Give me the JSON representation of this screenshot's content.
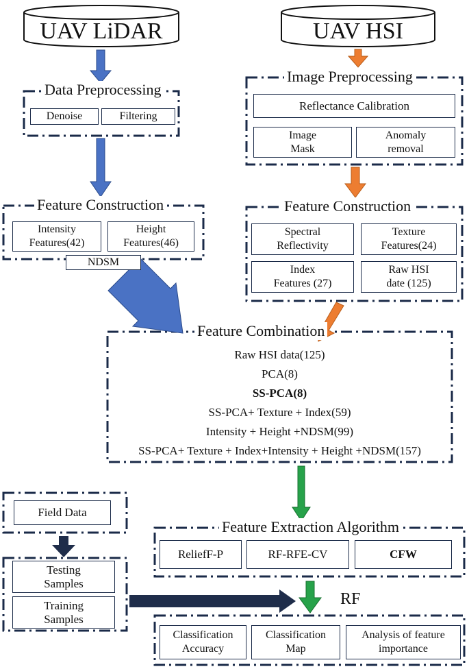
{
  "sources": {
    "lidar": "UAV LiDAR",
    "hsi": "UAV HSI"
  },
  "lidar_preprocessing": {
    "title": "Data Preprocessing",
    "items": [
      "Denoise",
      "Filtering"
    ]
  },
  "image_preprocessing": {
    "title": "Image Preprocessing",
    "items": [
      "Reflectance Calibration",
      "Image\nMask",
      "Anomaly\nremoval"
    ]
  },
  "lidar_features": {
    "title": "Feature Construction",
    "items": [
      "Intensity\nFeatures(42)",
      "Height\nFeatures(46)",
      "NDSM"
    ]
  },
  "hsi_features": {
    "title": "Feature Construction",
    "items": [
      "Spectral\nReflectivity",
      "Texture\nFeatures(24)",
      "Index\nFeatures (27)",
      "Raw HSI\ndate (125)"
    ]
  },
  "combination": {
    "title": "Feature Combination",
    "items": [
      "Raw HSI data(125)",
      "PCA(8)",
      "SS-PCA(8)",
      "SS-PCA+ Texture + Index(59)",
      "Intensity + Height +NDSM(99)",
      "SS-PCA+ Texture + Index+Intensity  + Height +NDSM(157)"
    ]
  },
  "samples": {
    "field": "Field Data",
    "testing": "Testing\nSamples",
    "training": "Training\nSamples"
  },
  "extraction": {
    "title": "Feature Extraction Algorithm",
    "items": [
      "ReliefF-P",
      "RF-RFE-CV",
      "CFW"
    ]
  },
  "classifier": "RF",
  "outputs": {
    "items": [
      "Classification\nAccuracy",
      "Classification\nMap",
      "Analysis  of feature\nimportance"
    ]
  },
  "colors": {
    "frame": "#1a2a48",
    "blue_arrow": "#4a72c4",
    "orange_arrow": "#ed7d31",
    "green_arrow": "#27a24a",
    "dark_arrow": "#1f2d4a"
  }
}
